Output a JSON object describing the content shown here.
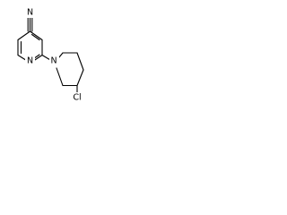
{
  "molecule": {
    "atoms": {
      "nitrile_n": "N",
      "pyridine_n": "N",
      "piperidine_n": "N",
      "chlorine": "Cl"
    }
  }
}
